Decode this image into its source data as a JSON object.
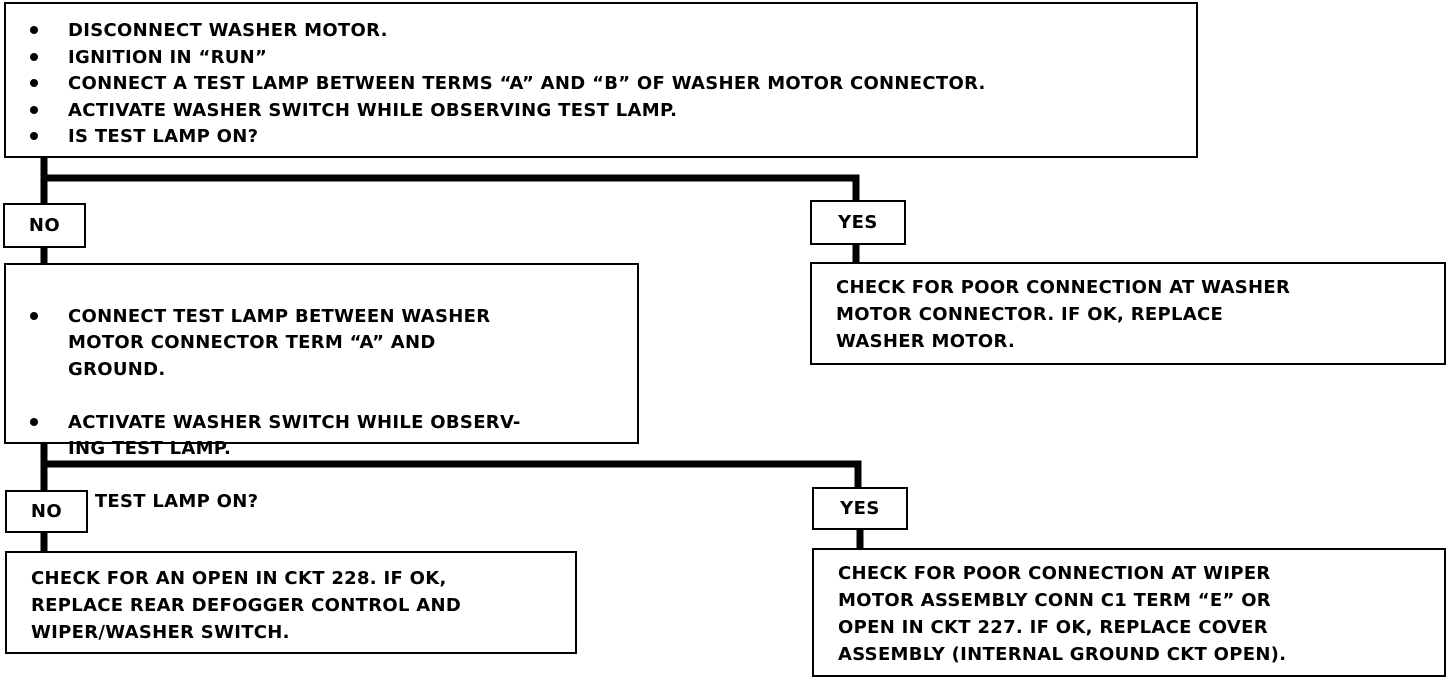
{
  "step1": {
    "items": [
      "DISCONNECT WASHER MOTOR.",
      "IGNITION IN “RUN”",
      "CONNECT A TEST LAMP BETWEEN TERMS “A” AND “B” OF WASHER MOTOR CONNECTOR.",
      "ACTIVATE WASHER SWITCH WHILE OBSERVING TEST LAMP.",
      "IS TEST LAMP ON?"
    ]
  },
  "branch1": {
    "no_label": "NO",
    "yes_label": "YES",
    "yes_result": "CHECK FOR POOR CONNECTION AT WASHER\nMOTOR CONNECTOR.  IF OK, REPLACE\nWASHER MOTOR."
  },
  "step2": {
    "items": [
      "CONNECT TEST LAMP BETWEEN WASHER\nMOTOR CONNECTOR TERM “A” AND\nGROUND.",
      "ACTIVATE WASHER SWITCH WHILE OBSERV-\nING TEST LAMP.",
      "IS TEST LAMP ON?"
    ]
  },
  "branch2": {
    "no_label": "NO",
    "yes_label": "YES",
    "no_result": "CHECK FOR AN OPEN IN CKT 228.  IF OK,\nREPLACE REAR DEFOGGER CONTROL AND\nWIPER/WASHER SWITCH.",
    "yes_result": "CHECK FOR POOR CONNECTION AT WIPER\nMOTOR ASSEMBLY CONN C1 TERM “E” OR\nOPEN IN CKT 227.  IF OK, REPLACE COVER\nASSEMBLY (INTERNAL GROUND CKT OPEN)."
  }
}
